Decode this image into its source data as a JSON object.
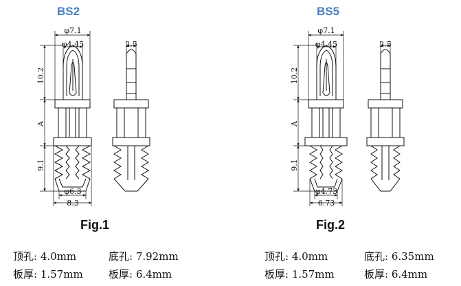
{
  "fig1": {
    "title": "BS2",
    "caption": "Fig.1",
    "dims": {
      "outer_top": "φ7.1",
      "inner_top": "φ4.45",
      "side_width": "2.5",
      "height_top": "10.2",
      "height_mid": "A",
      "height_bottom": "9.1",
      "inner_bottom": "φ6.3",
      "outer_bottom": "8.3"
    },
    "specs": {
      "top_hole": "顶孔: 4.0mm",
      "bottom_hole": "底孔: 7.92mm",
      "board_thick_1": "板厚: 1.57mm",
      "board_thick_2": "板厚: 6.4mm"
    }
  },
  "fig2": {
    "title": "BS5",
    "caption": "Fig.2",
    "dims": {
      "outer_top": "φ7.1",
      "inner_top": "φ4.45",
      "side_width": "2.5",
      "height_top": "10.2",
      "height_mid": "A",
      "height_bottom": "9.1",
      "inner_bottom": "φ4.73",
      "outer_bottom": "6.73"
    },
    "specs": {
      "top_hole": "顶孔: 4.0mm",
      "bottom_hole": "底孔: 6.35mm",
      "board_thick_1": "板厚: 1.57mm",
      "board_thick_2": "板厚: 6.4mm"
    }
  }
}
